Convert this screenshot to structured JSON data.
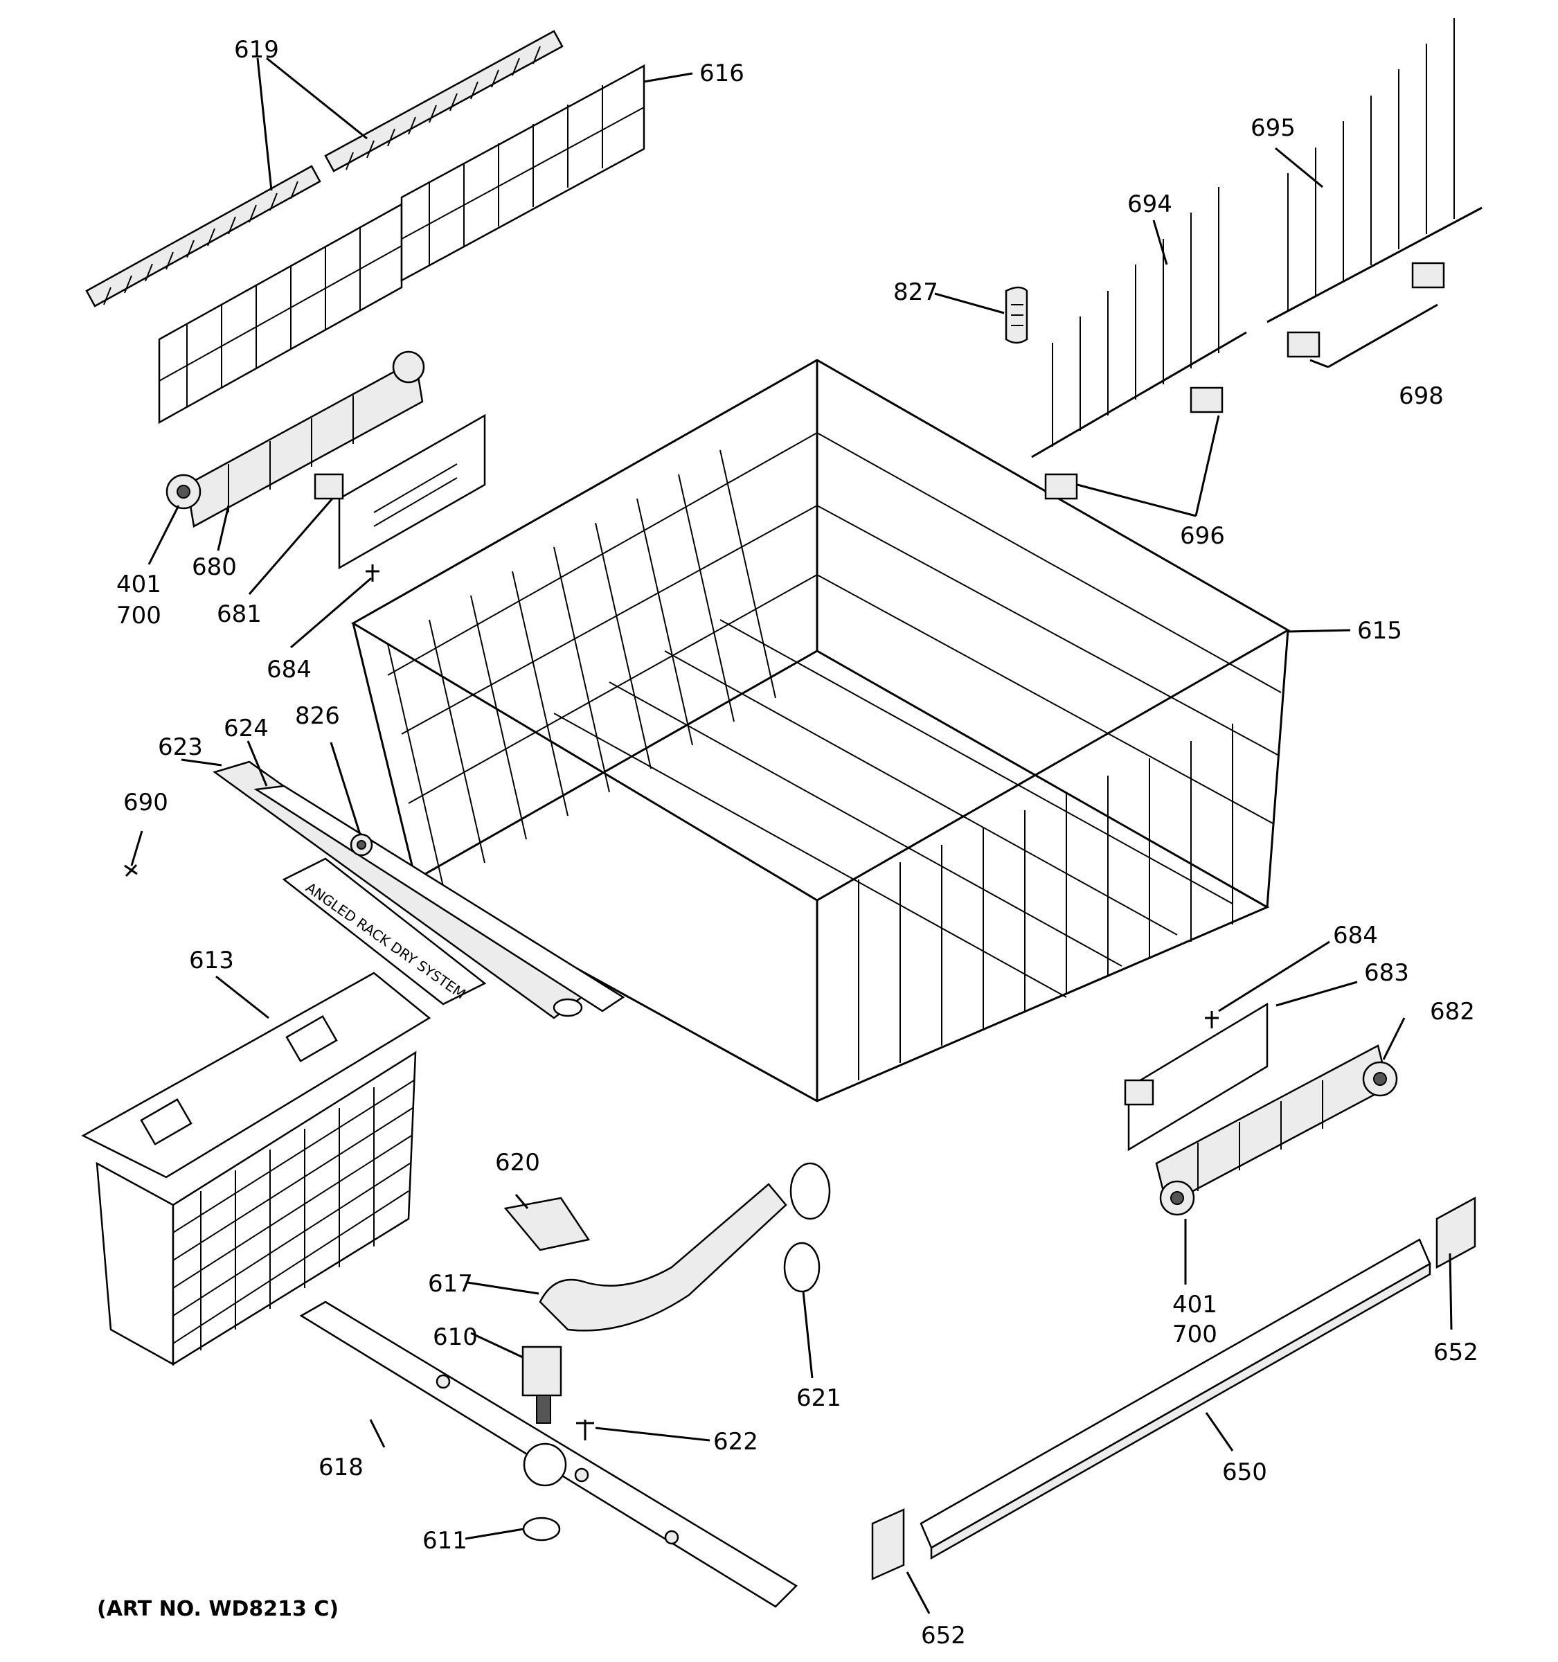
{
  "diagram": {
    "art_number": "(ART NO. WD8213 C)",
    "callouts": {
      "c619": "619",
      "c616": "616",
      "c695": "695",
      "c694": "694",
      "c827": "827",
      "c698": "698",
      "c696": "696",
      "c401a": "401",
      "c700a": "700",
      "c680": "680",
      "c681": "681",
      "c684a": "684",
      "c615": "615",
      "c624": "624",
      "c826": "826",
      "c623": "623",
      "c690": "690",
      "c613": "613",
      "c684b": "684",
      "c683": "683",
      "c682": "682",
      "c620": "620",
      "c617": "617",
      "c610": "610",
      "c621": "621",
      "c622": "622",
      "c618": "618",
      "c611": "611",
      "c401b": "401",
      "c700b": "700",
      "c652a": "652",
      "c650": "650",
      "c652b": "652"
    },
    "decal_text": "ANGLED RACK DRY SYSTEM"
  }
}
